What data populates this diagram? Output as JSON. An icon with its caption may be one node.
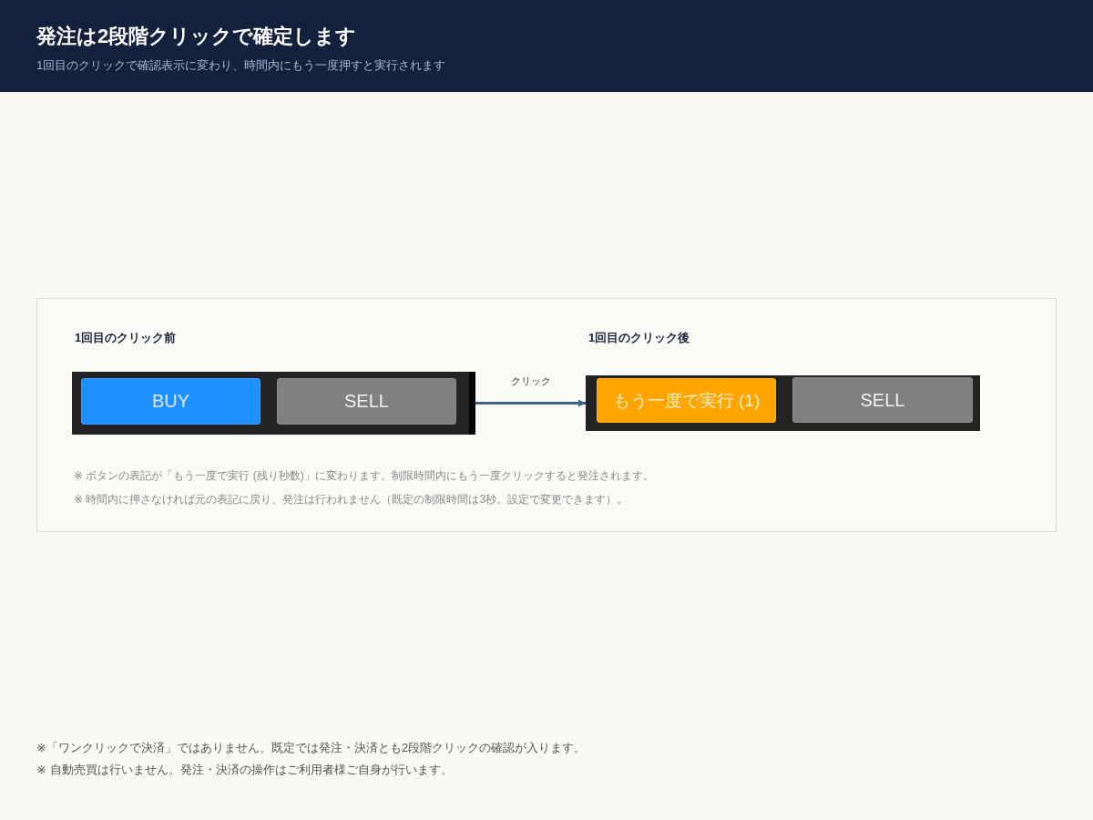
{
  "diagram": {
    "title": "発注は2段階クリックで確定します",
    "nodes": [
      {
        "text": [
          "※ ボタンの表記が「もう一度で実行 (残り秒数)」に変わります。制限時間内にもう一度クリックすると発注されます。",
          "※ 時間内に押さなければ元の表記に戻り、発注は行われません（既定の制限時間は3秒。設定で変更できます）。"
        ]
      },
      {
        "text": [
          "1回目のクリック前"
        ],
        "in": 0
      },
      {
        "text": [
          "BUY"
        ],
        "in": 1
      },
      {
        "text": [
          "SELL"
        ],
        "in": 1
      },
      {
        "text": [
          "1回目のクリック後"
        ],
        "in": 0
      },
      {
        "text": [
          "もう一度で実行 (1)"
        ],
        "in": 4
      },
      {
        "text": [
          "SELL"
        ],
        "in": 4
      }
    ],
    "edges": [
      {
        "from": 1,
        "to": 4,
        "arrow": "to",
        "label": "クリック"
      }
    ],
    "labels": [
      "1回目のクリックで確認表示に変わり、時間内にもう一度押すと実行されます",
      "※「ワンクリックで決済」ではありません。既定では発注・決済とも2段階クリックの確認が入ります。",
      "※ 自動売買は行いません。発注・決済の操作はご利用者様ご自身が行います。"
    ]
  }
}
